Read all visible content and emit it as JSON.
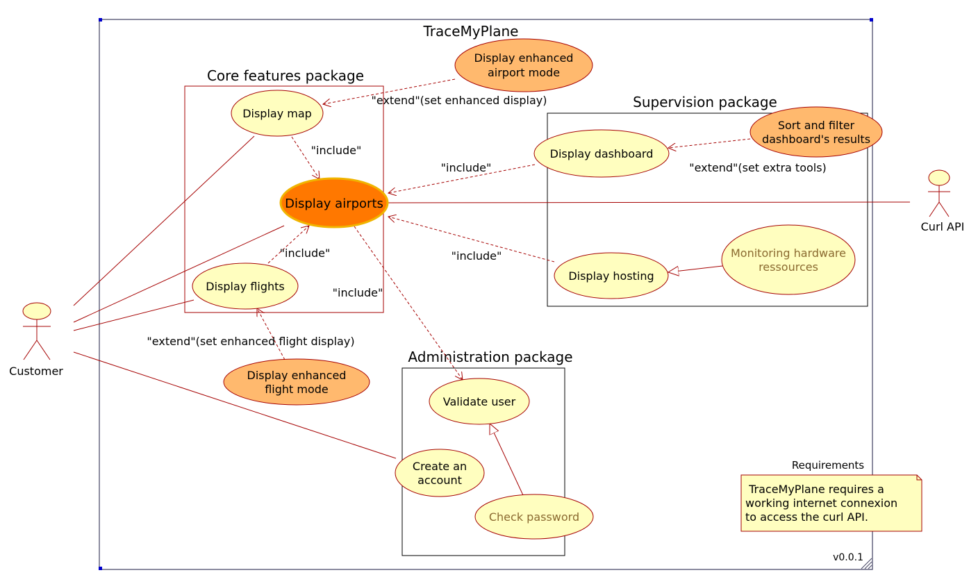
{
  "system": {
    "title": "TraceMyPlane",
    "version": "v0.0.1"
  },
  "packages": {
    "core": "Core features package",
    "supervision": "Supervision package",
    "administration": "Administration package"
  },
  "actors": {
    "customer": "Customer",
    "curl_api": "Curl API"
  },
  "usecases": {
    "display_map": "Display map",
    "display_airports": "Display airports",
    "display_flights": "Display flights",
    "display_enhanced_airport_mode": [
      "Display enhanced",
      "airport mode"
    ],
    "display_enhanced_flight_mode": [
      "Display enhanced",
      "flight mode"
    ],
    "display_dashboard": "Display dashboard",
    "sort_filter_dashboard": [
      "Sort and filter",
      "dashboard's results"
    ],
    "display_hosting": "Display hosting",
    "monitoring_hardware": [
      "Monitoring hardware",
      "ressources"
    ],
    "validate_user": "Validate user",
    "create_account": [
      "Create an",
      "account"
    ],
    "check_password": "Check password"
  },
  "relation_labels": {
    "extend_enhanced_display": "\"extend\"(set enhanced display)",
    "include_map_airports": "\"include\"",
    "include_dashboard_airports": "\"include\"",
    "extend_extra_tools": "\"extend\"(set extra tools)",
    "include_flights_airports": "\"include\"",
    "include_hosting_airports": "\"include\"",
    "include_airports_validate": "\"include\"",
    "extend_enhanced_flight": "\"extend\"(set enhanced flight display)"
  },
  "note": {
    "title": "Requirements",
    "lines": [
      " TraceMyPlane requires a",
      "working internet connexion",
      "to access the curl API."
    ]
  },
  "colors": {
    "usecase_fill": "#fffebf",
    "usecase_stroke": "#a50000",
    "extension_fill": "#ffb96e",
    "primary_fill": "#ff7800",
    "primary_stroke": "#f0b400",
    "line": "#a50000",
    "muted_text": "#8b6a30",
    "note_fill": "#fffebf"
  }
}
